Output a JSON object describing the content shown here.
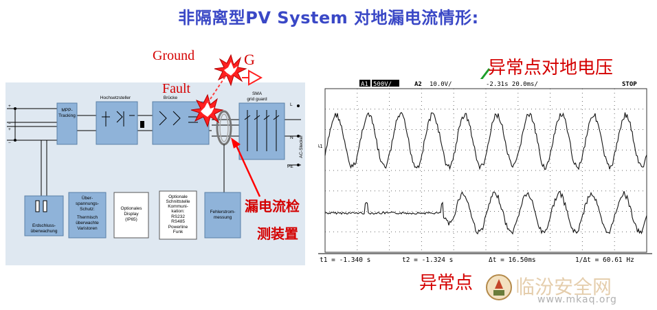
{
  "title": "非隔离型PV System 对地漏电流情形:",
  "labels": {
    "ground": "Ground",
    "fault": "Fault",
    "g": "G",
    "leak_detect_line1": "漏电流检",
    "leak_detect_line2": "测装置",
    "abnormal_voltage": "异常点对地电压",
    "abnormal_current": "异常点"
  },
  "diagram": {
    "blocks": {
      "mpp": [
        "MPP-",
        "Tracking"
      ],
      "hochsetz": "Hochsetzsteller",
      "bruecke": "Brücke",
      "sma": [
        "SMA",
        "grid guard"
      ],
      "erdschluss": [
        "Erdschluss-",
        "überwachung"
      ],
      "ueberspannung": [
        "Über-",
        "spannungs-",
        "Schutz:",
        "Thermisch",
        "überwachte",
        "Varistoren"
      ],
      "optionales_display": [
        "Optionales",
        "Display",
        "(IP65)"
      ],
      "optionale_schnittstelle": [
        "Optionale",
        "Schnittstelle",
        "Kommuni-",
        "kation:",
        "RS232",
        "RS485",
        "Powerline",
        "Funk"
      ],
      "fehlerstrom": [
        "Fehlerstrom-",
        "messung"
      ]
    },
    "terminals": {
      "plus1": "+",
      "minus1": "−",
      "plus2": "+",
      "minus2": "−",
      "L": "L",
      "N": "N",
      "PE": "PE",
      "ac_stecker": "AC-Stecker"
    }
  },
  "scope": {
    "header": {
      "a1_tag": "A1",
      "a1_scale": "500V/",
      "a2_tag": "A2",
      "a2_scale": "10.0V/",
      "timebase": "-2.31s 20.0ms/",
      "status": "STOP"
    },
    "channel_marker": "A1",
    "footer": {
      "t1": "t1 = -1.340 s",
      "t2": "t2 = -1.324 s",
      "dt": "Δt = 16.50ms",
      "inv_dt": "1/Δt = 60.61 Hz"
    },
    "colors": {
      "trace": "#111111",
      "grid": "#555555"
    }
  },
  "watermark": {
    "url": "www.mkaq.org"
  },
  "colors": {
    "title": "#3a48c6",
    "red": "#d40000",
    "green_arrow": "#1e9e2a",
    "block_fill": "#8fb3d9",
    "diagram_bg": "#dfe8f1"
  },
  "chart_data": {
    "type": "line",
    "series": [
      {
        "name": "A1",
        "waveform": "sine",
        "frequency_hz": 60.61,
        "cycles_visible": 10
      },
      {
        "name": "A2",
        "waveform": "flat-then-sine",
        "frequency_hz": 60.61
      }
    ]
  }
}
